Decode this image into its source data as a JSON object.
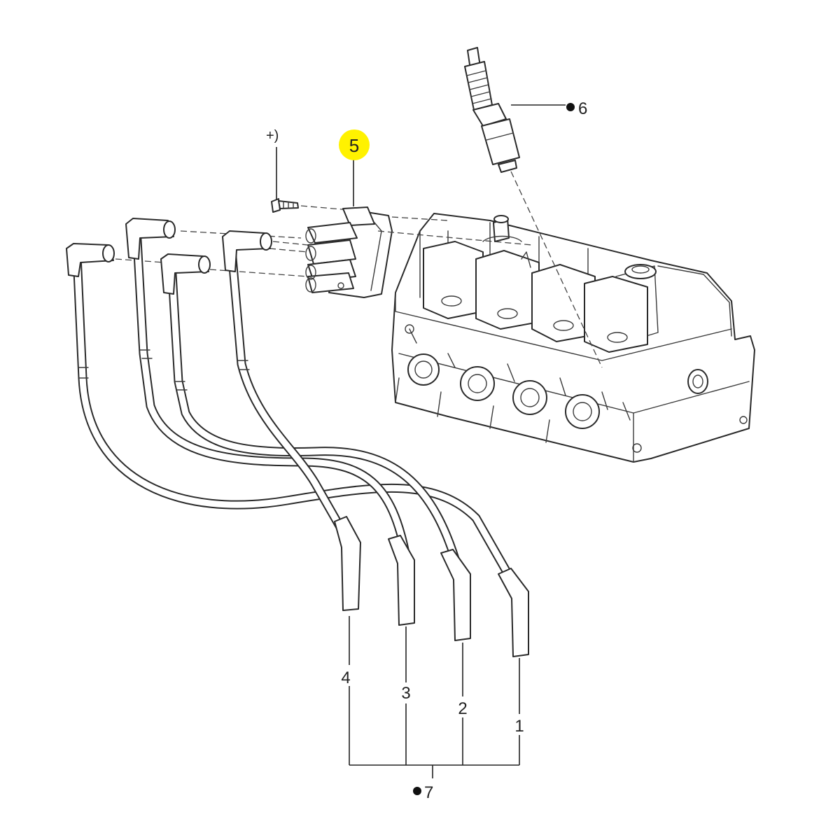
{
  "callouts": {
    "c1": "1",
    "c2": "2",
    "c3": "3",
    "c4": "4",
    "c5": "5",
    "c6": "6",
    "c7": "7",
    "note": "+)"
  },
  "colors": {
    "highlight": "#fff200",
    "line": "#2a2a2a",
    "background": "#ffffff"
  }
}
